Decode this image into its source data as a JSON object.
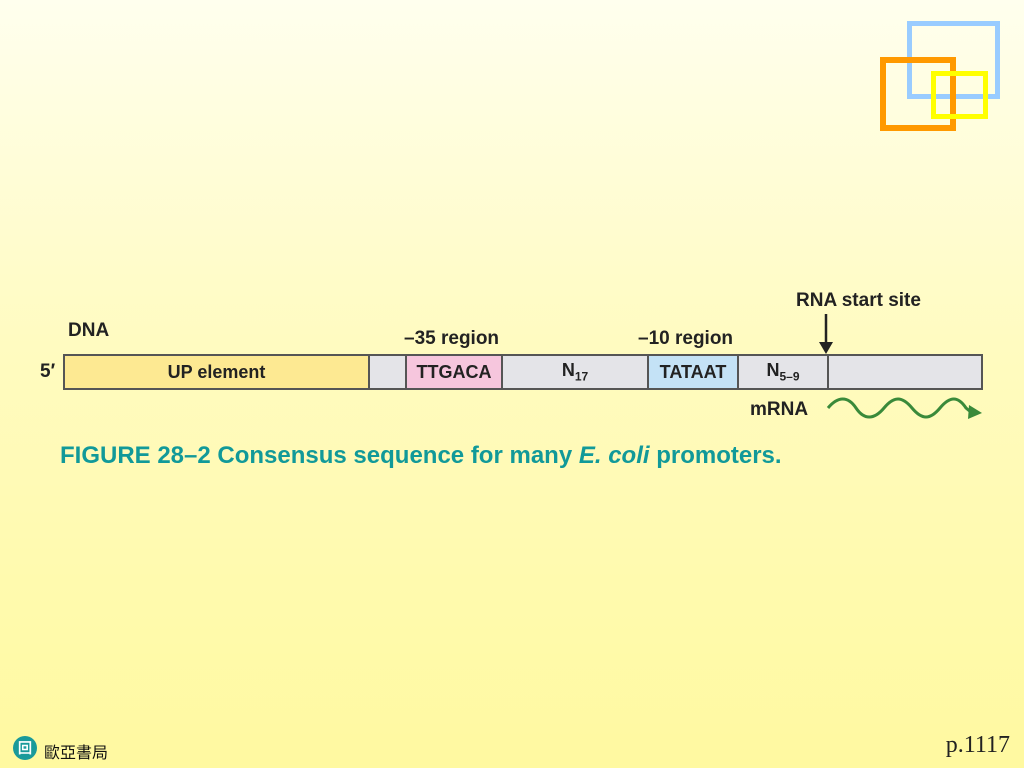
{
  "decor": {
    "colors": {
      "blue": "#99ccff",
      "orange": "#ff9900",
      "yellow": "#ffff00"
    }
  },
  "diagram": {
    "dna_label": "DNA",
    "five_prime": "5′",
    "minus35_label": "–35 region",
    "minus10_label": "–10 region",
    "start_site_label": "RNA start site",
    "mrna_label": "mRNA",
    "segments": {
      "up_element": "UP element",
      "ttgaca": "TTGACA",
      "n17_base": "N",
      "n17_sub": "17",
      "tataat": "TATAAT",
      "n59_base": "N",
      "n59_sub": "5–9"
    },
    "colors": {
      "up": "#fde992",
      "ttgaca": "#f6c6dd",
      "tataat": "#c4e2f6",
      "gray": "#e4e4e8",
      "wave": "#3a8a3a"
    }
  },
  "caption": {
    "prefix": "FIGURE 28–2 Consensus sequence for many ",
    "italic": "E. coli",
    "suffix": " promoters."
  },
  "footer": {
    "logo_glyph": "回",
    "publisher": "歐亞書局",
    "page": "p.1117"
  }
}
